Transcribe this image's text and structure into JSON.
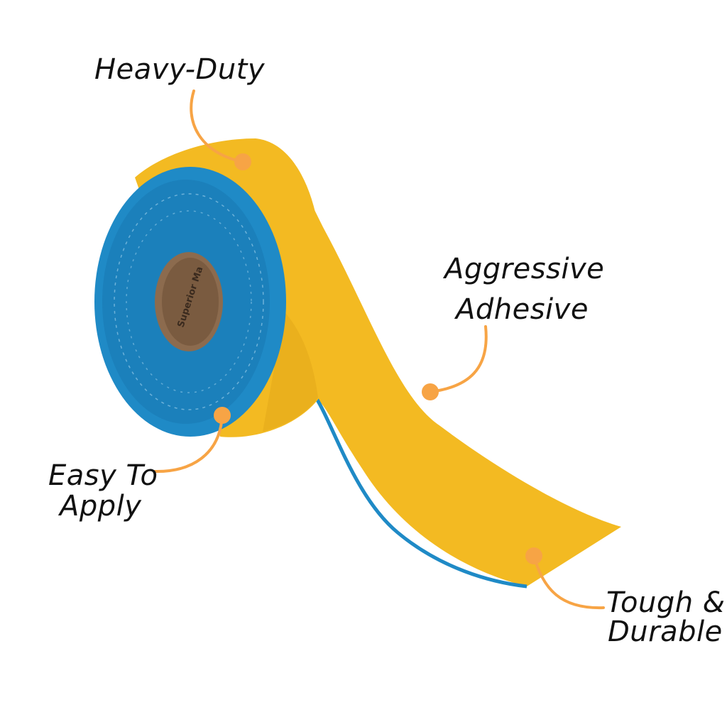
{
  "colors": {
    "tape_yellow": "#F3BA22",
    "tape_yellow_shade": "#E2A81A",
    "adhesive_blue": "#1F8AC6",
    "adhesive_blue_dark": "#146DA6",
    "core_brown": "#8C6B4E",
    "callout_orange": "#F7A445"
  },
  "core": {
    "brand_text": "Superior Ma"
  },
  "callouts": [
    {
      "id": "heavy-duty",
      "lines": [
        "Heavy-Duty"
      ]
    },
    {
      "id": "aggressive-adhesive",
      "lines": [
        "Aggressive",
        "Adhesive"
      ]
    },
    {
      "id": "easy-to-apply",
      "lines": [
        "Easy To",
        "Apply"
      ]
    },
    {
      "id": "tough-durable",
      "lines": [
        "Tough &",
        "Durable"
      ]
    }
  ]
}
